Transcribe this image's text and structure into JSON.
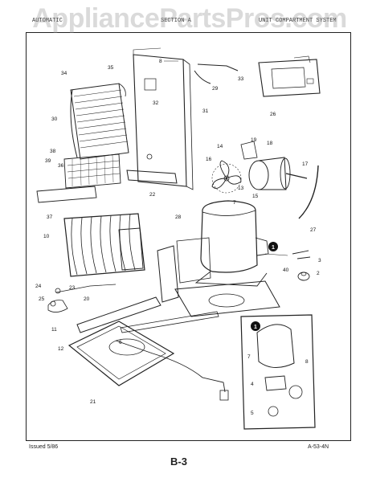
{
  "watermark": "AppliancePartsPros.com",
  "header": {
    "left": "AUTOMATIC",
    "center": "SECTION A",
    "right": "UNIT COMPARTMENT SYSTEM"
  },
  "footer": {
    "issued": "Issued 5/86",
    "page": "B-3",
    "doc_code": "A-53-4N"
  },
  "callouts": [
    "1",
    "2",
    "3",
    "4",
    "5",
    "6",
    "7",
    "8",
    "10",
    "11",
    "12",
    "13",
    "14",
    "15",
    "16",
    "17",
    "18",
    "19",
    "20",
    "21",
    "22",
    "23",
    "24",
    "25",
    "26",
    "27",
    "28",
    "29",
    "30",
    "31",
    "32",
    "33",
    "34",
    "35",
    "36",
    "37",
    "38",
    "39",
    "40"
  ],
  "bullet_label": "1"
}
